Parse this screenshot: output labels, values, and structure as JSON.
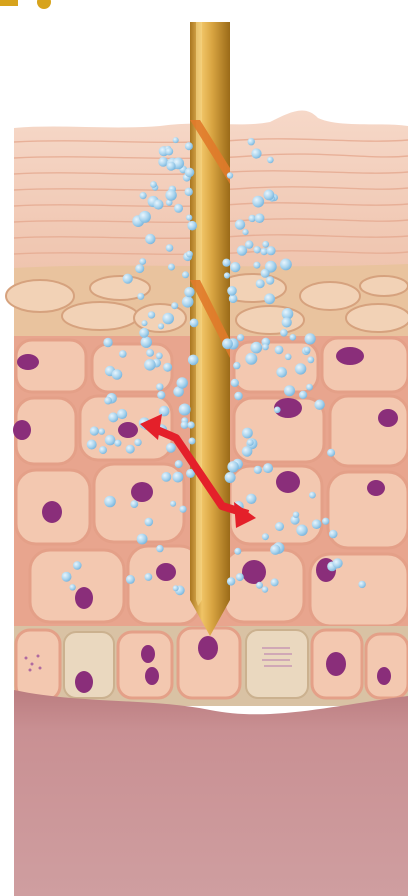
{
  "diagram": {
    "subject": "microneedle-penetrating-skin-layers",
    "layers": [
      "stratum-corneum",
      "epidermis-granular",
      "epidermis-spinous-cells",
      "basal-layer",
      "dermis"
    ],
    "needle": {
      "color": "#c9982f",
      "stripe_color": "#e07a2a"
    },
    "droplet_color": "#a9d4ee",
    "arrow": {
      "color": "#e4202a",
      "heads": 2
    },
    "nucleus_color": "#8a2e7a",
    "cell_color": "#f2c3ab",
    "dermis_color": "#c98e8f"
  }
}
